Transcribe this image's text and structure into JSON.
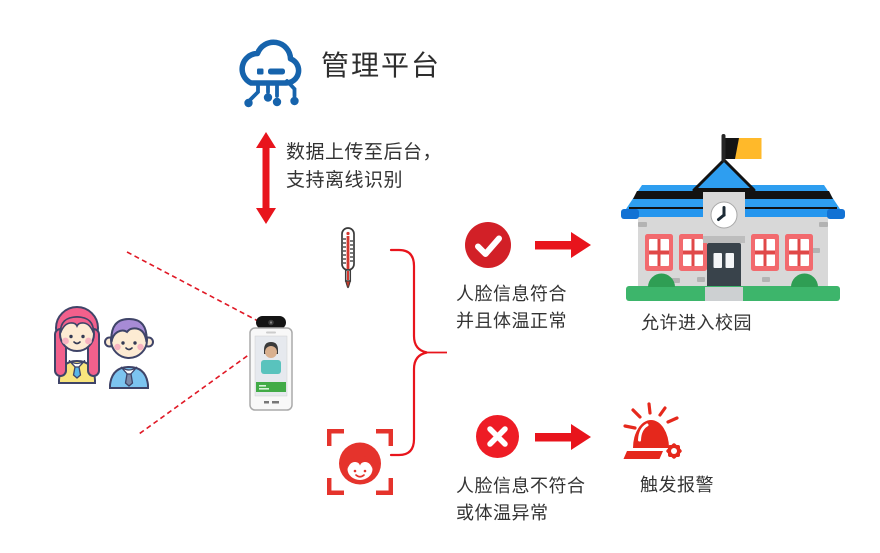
{
  "colors": {
    "accent_red": "#e8141c",
    "check_circle_red": "#d22027",
    "cross_circle_red": "#ee1c25",
    "cloud_blue": "#1663ac",
    "text": "#333333"
  },
  "platform": {
    "title": "管理平台"
  },
  "upload": {
    "line1": "数据上传至后台，",
    "line2": "支持离线识别"
  },
  "pass_branch": {
    "line1": "人脸信息符合",
    "line2": "并且体温正常",
    "outcome": "允许进入校园"
  },
  "fail_branch": {
    "line1": "人脸信息不符合",
    "line2": "或体温异常",
    "outcome": "触发报警"
  },
  "icons": {
    "cloud": "cloud-circuit-icon",
    "double_arrow": "up-down-arrow-icon",
    "students": "students-icon",
    "terminal": "face-temperature-terminal-icon",
    "thermometer": "thermometer-icon",
    "face_scan": "face-recognition-icon",
    "check": "check-circle-icon",
    "cross": "x-circle-icon",
    "arrow_right": "right-arrow-icon",
    "school": "school-building-icon",
    "alarm": "alarm-siren-icon"
  }
}
